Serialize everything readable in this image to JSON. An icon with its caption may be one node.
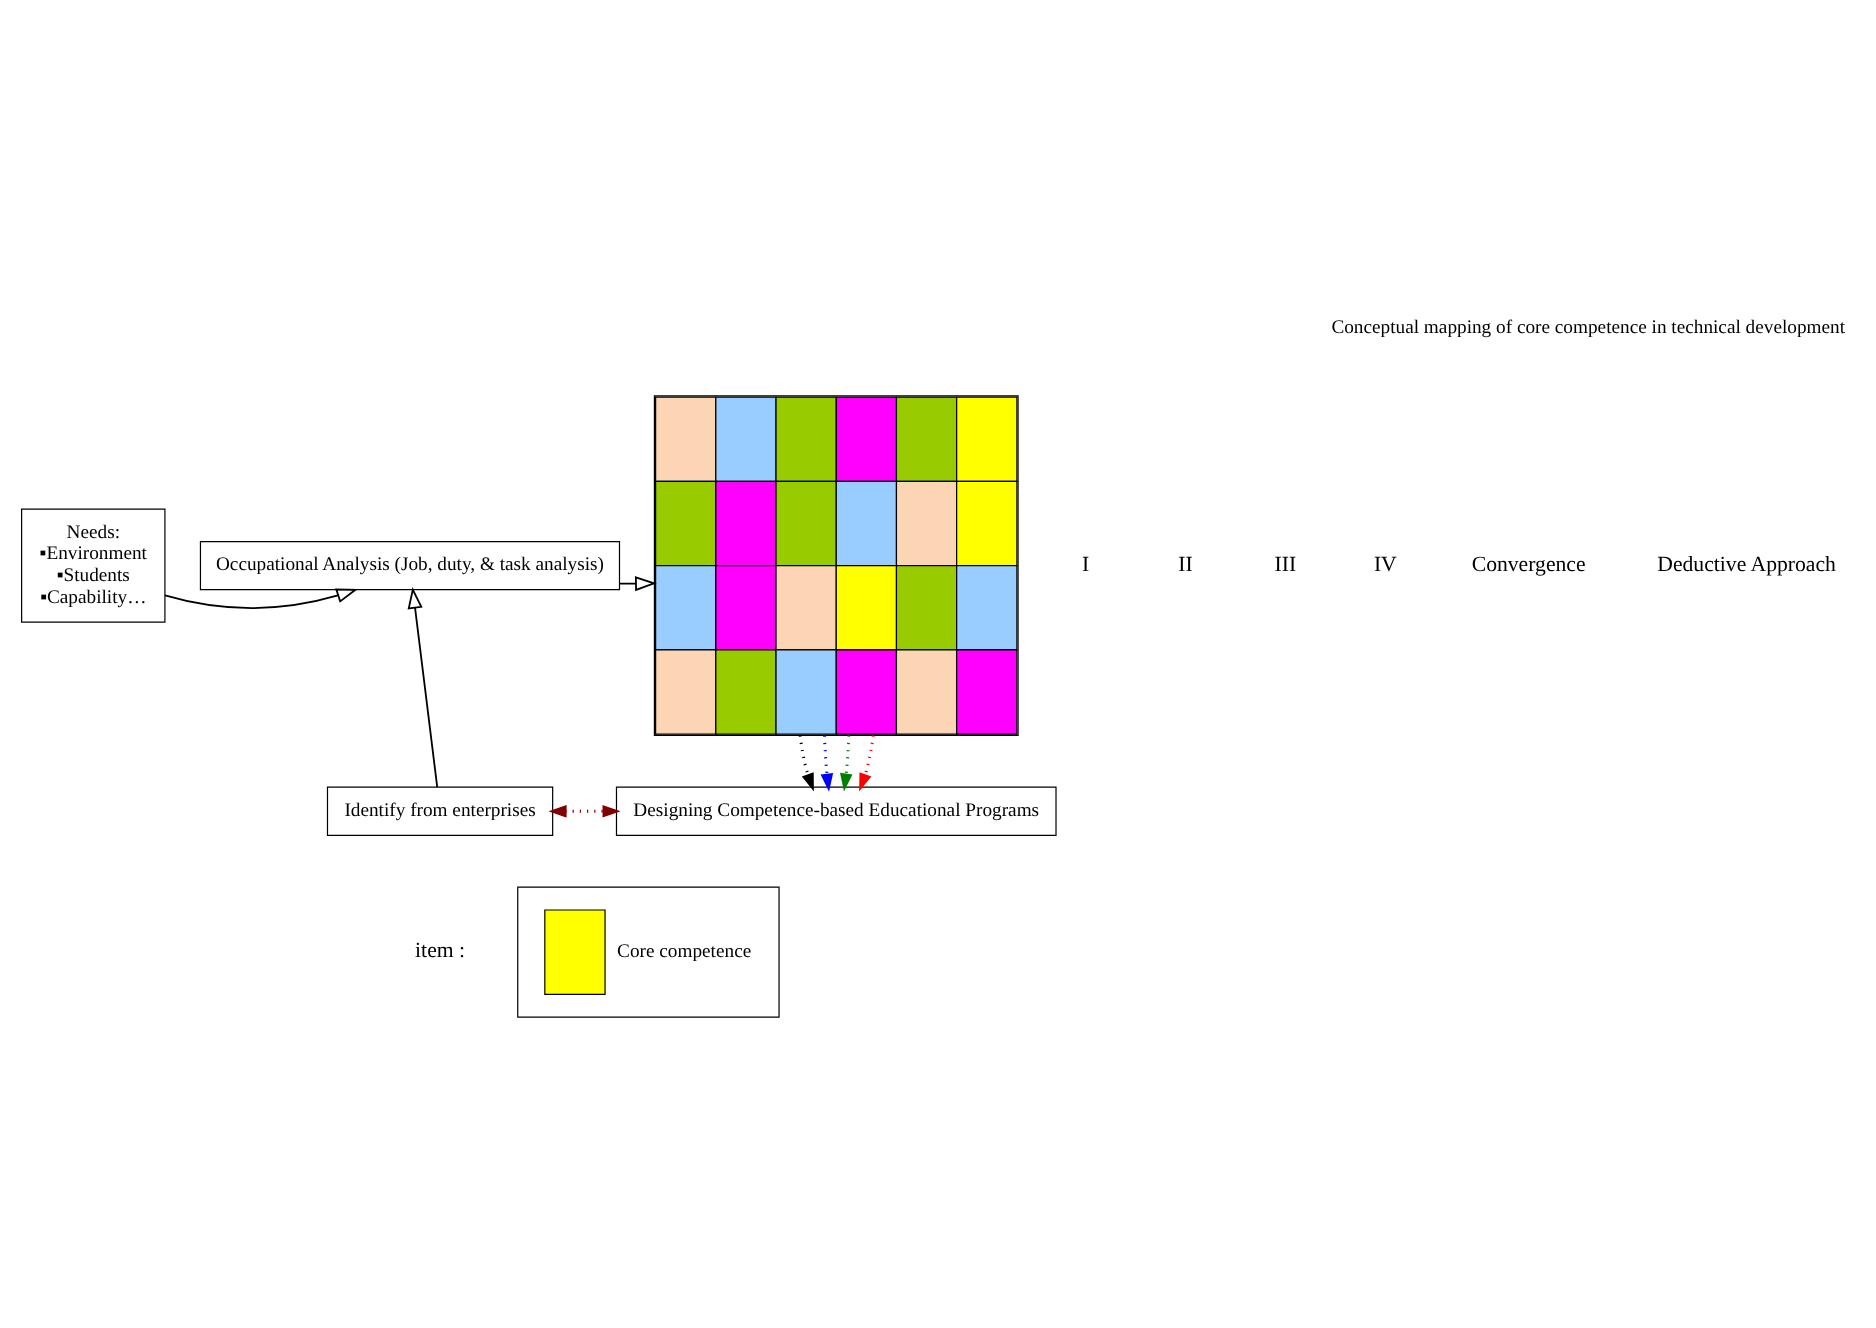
{
  "diagram": {
    "title": "Conceptual mapping of core competence in technical development",
    "nodes": [
      {
        "text": [
          "Needs:",
          "▪Environment",
          "▪Students",
          "▪Capability…"
        ]
      },
      {
        "text": [
          "Occupational Analysis (Job, duty, & task analysis)"
        ]
      },
      {
        "text": [],
        "shape": "grid"
      },
      {
        "text": [
          "Identify from enterprises"
        ]
      },
      {
        "text": [
          "Designing Competence-based Educational Programs"
        ]
      }
    ],
    "edges": [
      {
        "from": 0,
        "to": 1,
        "arrow": "to"
      },
      {
        "from": 3,
        "to": 1,
        "arrow": "to"
      },
      {
        "from": 1,
        "to": 2,
        "arrow": "to"
      },
      {
        "from": 2,
        "to": 4,
        "arrow": "to",
        "style": "dashed",
        "color": "#000000"
      },
      {
        "from": 2,
        "to": 4,
        "arrow": "to",
        "style": "dashed",
        "color": "#0000ff"
      },
      {
        "from": 2,
        "to": 4,
        "arrow": "to",
        "style": "dashed",
        "color": "#008000"
      },
      {
        "from": 2,
        "to": 4,
        "arrow": "to",
        "style": "dashed",
        "color": "#ff0000"
      },
      {
        "from": 3,
        "to": 4,
        "arrow": "both",
        "style": "dashed",
        "color": "#800000"
      }
    ],
    "labels": [
      "I",
      "Convergence",
      "II",
      "Deductive Approach",
      "III",
      "IV",
      "item :"
    ],
    "legend": [
      {
        "text": "Core competence",
        "color": "#ffff00"
      }
    ]
  }
}
